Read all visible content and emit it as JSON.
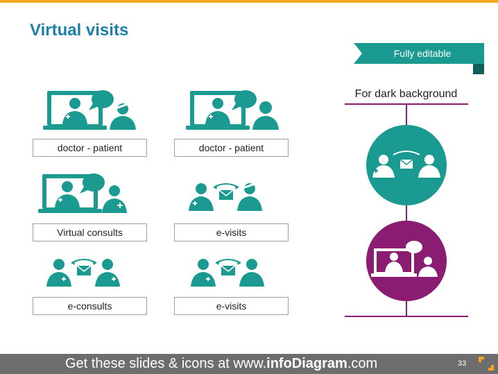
{
  "slide": {
    "title": "Virtual visits",
    "banner": "Fully editable",
    "dark_section_title": "For dark background",
    "page_number": "33"
  },
  "captions": [
    "doctor - patient",
    "doctor - patient",
    "Virtual consults",
    "e-visits",
    "e-consults",
    "e-visits"
  ],
  "footer": {
    "prefix": "Get these slides & icons at www.",
    "brand": "infoDiagram",
    "suffix": ".com"
  },
  "colors": {
    "teal": "#1a9a90",
    "purple": "#8a1c72",
    "title_blue": "#1c7fa6",
    "accent_orange": "#f5a623",
    "footer_gray": "#6d6d6d"
  },
  "icons": [
    "video-call-laptop-icon",
    "envelope-exchange-icon",
    "doctor-icon",
    "patient-icon"
  ]
}
